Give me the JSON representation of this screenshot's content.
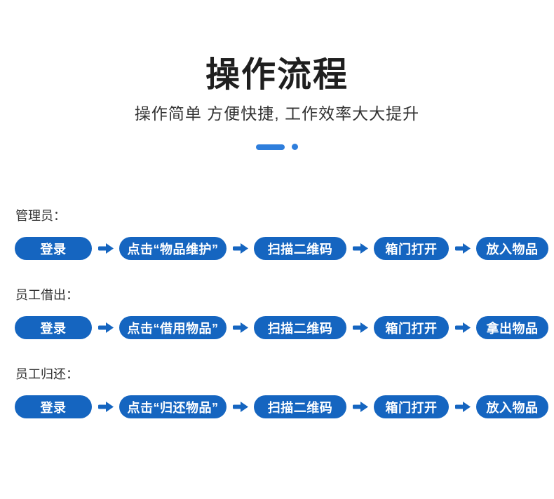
{
  "page": {
    "title": "操作流程",
    "subtitle": "操作简单  方便快捷, 工作效率大大提升"
  },
  "colors": {
    "pill-blue": "#1565c0",
    "accent-blue": "#2e7edc",
    "title-color": "#1f1f1f",
    "text-color": "#333333",
    "background": "#ffffff"
  },
  "icons": {
    "flow_arrow": "arrow-right-icon",
    "divider_shapes": [
      "dash",
      "dot"
    ]
  },
  "flows": [
    {
      "label": "管理员：",
      "steps": [
        "登录",
        "点击“物品维护”",
        "扫描二维码",
        "箱门打开",
        "放入物品"
      ]
    },
    {
      "label": "员工借出：",
      "steps": [
        "登录",
        "点击“借用物品”",
        "扫描二维码",
        "箱门打开",
        "拿出物品"
      ]
    },
    {
      "label": "员工归还：",
      "steps": [
        "登录",
        "点击“归还物品”",
        "扫描二维码",
        "箱门打开",
        "放入物品"
      ]
    }
  ]
}
